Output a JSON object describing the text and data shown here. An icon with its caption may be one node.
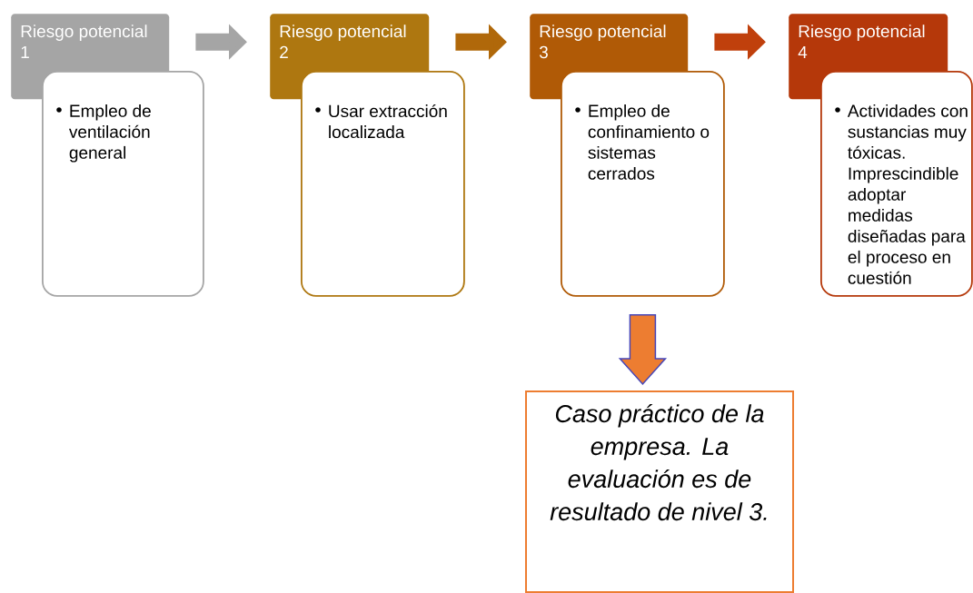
{
  "diagram": {
    "nodes": [
      {
        "text": [
          "Riesgo potencial 1"
        ]
      },
      {
        "text": [
          "Empleo de ventilación general"
        ]
      },
      {
        "text": [
          "Riesgo potencial 2"
        ]
      },
      {
        "text": [
          "Usar extracción localizada"
        ]
      },
      {
        "text": [
          "Riesgo potencial 3"
        ]
      },
      {
        "text": [
          "Empleo de confinamiento o sistemas cerrados"
        ]
      },
      {
        "text": [
          "Riesgo potencial 4"
        ]
      },
      {
        "text": [
          "Actividades con sustancias muy tóxicas. Imprescindible adoptar medidas diseñadas para el proceso en cuestión"
        ]
      },
      {
        "text": [
          "Caso práctico de la empresa. La evaluación es de resultado de nivel 3."
        ]
      }
    ],
    "edges": [
      {
        "from": 0,
        "to": 2,
        "arrow": "to",
        "color": "#a5a5a5"
      },
      {
        "from": 2,
        "to": 4,
        "arrow": "to",
        "color": "#b0680a"
      },
      {
        "from": 4,
        "to": 6,
        "arrow": "to",
        "color": "#c0400c"
      },
      {
        "from": 5,
        "to": 8,
        "arrow": "to",
        "color": "#ed7d31"
      }
    ]
  }
}
